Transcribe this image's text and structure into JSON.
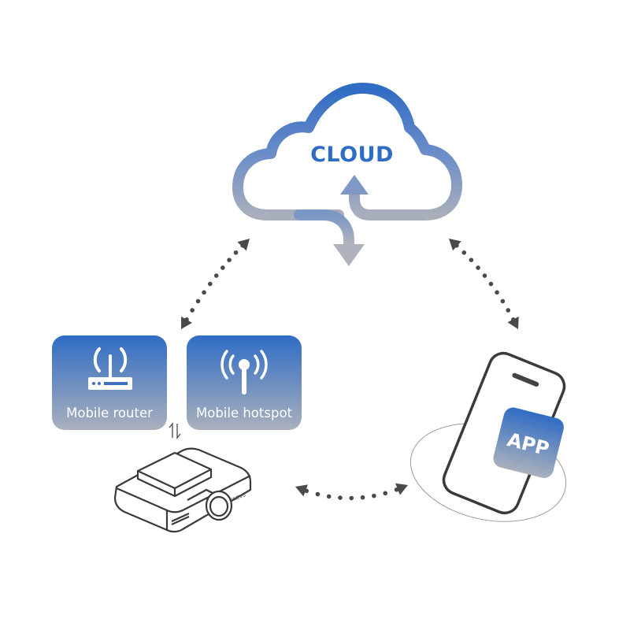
{
  "diagram": {
    "cloud": {
      "label": "CLOUD",
      "icon": "cloud-icon"
    },
    "nodes": [
      {
        "id": "mobile-router",
        "label": "Mobile router",
        "icon": "router-icon"
      },
      {
        "id": "mobile-hotspot",
        "label": "Mobile hotspot",
        "icon": "antenna-icon"
      },
      {
        "id": "dashcam",
        "label": "",
        "brand": "FINEVU",
        "icon": "dashcam-icon"
      },
      {
        "id": "smartphone",
        "label": "APP",
        "icon": "smartphone-icon"
      }
    ],
    "connections": [
      {
        "from": "cloud",
        "to": "mobile-router",
        "style": "dotted",
        "direction": "bidirectional"
      },
      {
        "from": "cloud",
        "to": "smartphone",
        "style": "dotted",
        "direction": "bidirectional"
      },
      {
        "from": "dashcam",
        "to": "smartphone",
        "style": "dotted",
        "direction": "bidirectional"
      },
      {
        "from": "mobile-router",
        "to": "dashcam",
        "style": "exchange-arrows",
        "symbol": "⇅"
      }
    ],
    "colors": {
      "gradient_top": "#2f6cc4",
      "gradient_bottom": "#a7adbb",
      "connector": "#4a4a4a",
      "outline": "#3a3a3a"
    }
  }
}
